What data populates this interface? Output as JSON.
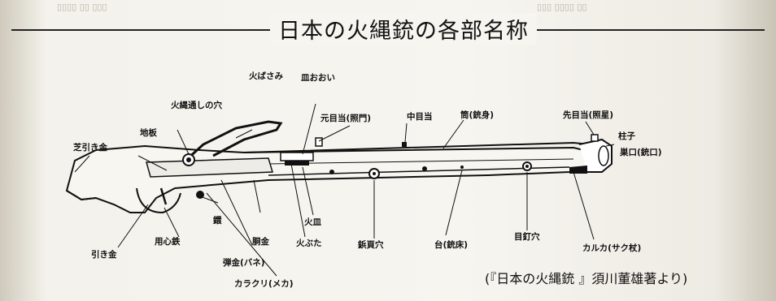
{
  "title": "日本の火縄銃の各部名称",
  "source": "(『日本の火縄銃 』須川董雄著より)",
  "labels": {
    "shibahikigane": "芝引き金",
    "jiita": "地板",
    "hinawatoshi": "火縄通しの穴",
    "hibasami": "火ばさみ",
    "saraooi": "皿おおい",
    "motomeate": "元目当(照門)",
    "nakameate": "中目当",
    "tsutsu": "筒(銃身)",
    "sakimeate": "先目当(照星)",
    "hashira": "柱子",
    "sumiguchi": "巣口(銃口)",
    "hikigane": "引き金",
    "yojingane": "用心鉄",
    "kan": "鐶",
    "hajikigane": "弾金(バネ)",
    "karakuri": "カラクリ(メカ)",
    "dogane": "胴金",
    "hibuta": "火ぶた",
    "hizara": "火皿",
    "bishinkoana": "鋲頁穴",
    "dai": "台(銃床)",
    "mekugiana": "目釘穴",
    "karuka": "カルカ(サク杖)"
  }
}
